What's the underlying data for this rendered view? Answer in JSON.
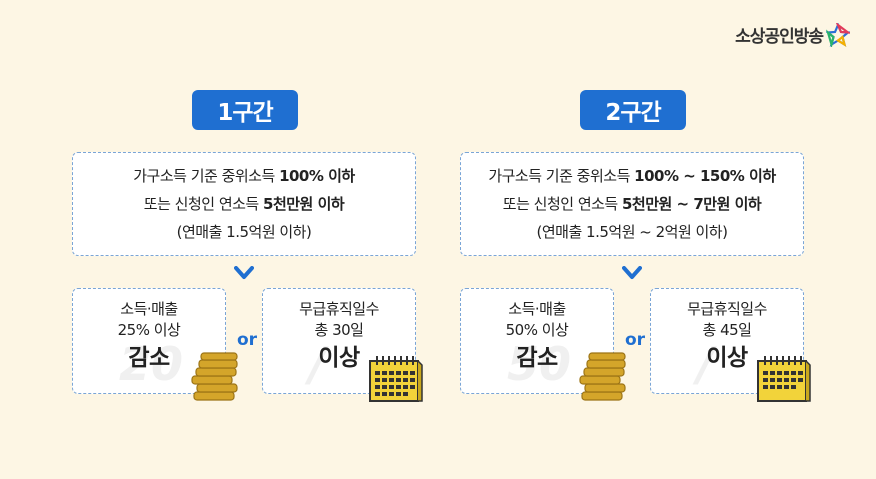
{
  "logo": {
    "text": "소상공인방송"
  },
  "sections": [
    {
      "badge": "1구간",
      "condition": {
        "line1_plain": "가구소득 기준 중위소득 ",
        "line1_bold": "100% 이하",
        "line2_plain": "또는 신청인 연소득 ",
        "line2_bold": "5천만원 이하",
        "line3": "(연매출 1.5억원 이하)"
      },
      "left_box": {
        "line1": "소득·매출",
        "line2": "25% 이상",
        "big": "감소"
      },
      "or": "or",
      "right_box": {
        "line1": "무급휴직일수",
        "line2": "총 30일",
        "big": "이상"
      }
    },
    {
      "badge": "2구간",
      "condition": {
        "line1_plain": "가구소득 기준 중위소득 ",
        "line1_bold": "100% ~ 150% 이하",
        "line2_plain": "또는 신청인 연소득 ",
        "line2_bold": "5천만원 ~ 7만원 이하",
        "line3": "(연매출 1.5억원 ~ 2억원 이하)"
      },
      "left_box": {
        "line1": "소득·매출",
        "line2": "50% 이상",
        "big": "감소"
      },
      "or": "or",
      "right_box": {
        "line1": "무급휴직일수",
        "line2": "총 45일",
        "big": "이상"
      }
    }
  ],
  "colors": {
    "badge": "#1f6fd1",
    "border": "#7aa5d6",
    "background": "#fdf6e4",
    "coin": "#d4a52a",
    "calendar": "#f2d33a"
  },
  "icons": [
    "star-logo-icon",
    "arrow-down-icon",
    "coins-icon",
    "calendar-icon"
  ]
}
